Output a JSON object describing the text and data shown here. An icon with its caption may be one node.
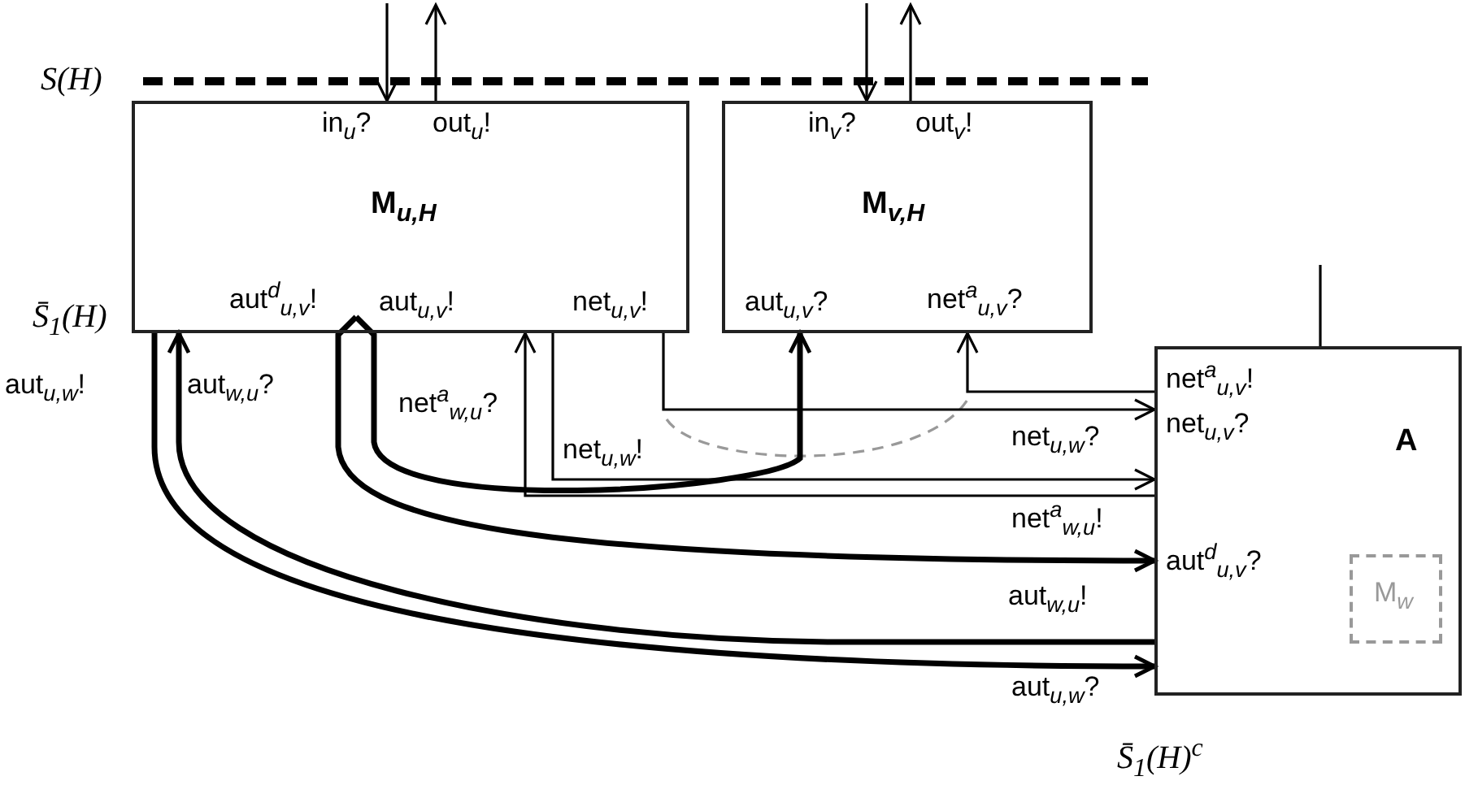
{
  "diagram": {
    "nodes": [
      {
        "text": [
          "in$_{u}$?",
          "out$_{u}$!",
          "M$_{u,H}$",
          "aut$^{d}$$_{u,v}$!",
          "aut$_{u,v}$!",
          "net$_{u,v}$!"
        ]
      },
      {
        "text": [
          "in$_{v}$?",
          "out$_{v}$!",
          "M$_{v,H}$",
          "aut$_{u,v}$?",
          "net$^{a}$$_{u,v}$?"
        ]
      },
      {
        "text": [
          "net$^{a}$$_{u,v}$!",
          "net$_{u,v}$?",
          "A",
          "aut$^{d}$$_{u,v}$?"
        ]
      },
      {
        "text": [
          "M$_{w}$"
        ],
        "in": 2
      }
    ],
    "edges": [
      {
        "from": null,
        "to": 0,
        "arrow": "to"
      },
      {
        "from": 0,
        "to": null,
        "arrow": "to"
      },
      {
        "from": null,
        "to": 1,
        "arrow": "to"
      },
      {
        "from": 1,
        "to": null,
        "arrow": "to"
      },
      {
        "from": 2,
        "to": null,
        "arrow": "none"
      },
      {
        "from": 0,
        "to": 2,
        "arrow": "to",
        "style": "thick"
      },
      {
        "from": 2,
        "to": 0,
        "arrow": "to",
        "style": "thick"
      },
      {
        "from": 0,
        "to": 2,
        "arrow": "to",
        "style": "thick"
      },
      {
        "from": 0,
        "to": 1,
        "arrow": "to",
        "style": "thick"
      },
      {
        "from": 2,
        "to": 0,
        "arrow": "to"
      },
      {
        "from": 0,
        "to": 2,
        "arrow": "to"
      },
      {
        "from": 0,
        "to": 2,
        "arrow": "to"
      },
      {
        "from": 2,
        "to": 1,
        "arrow": "to"
      }
    ],
    "labels": [
      "S(H)",
      "S̄$_{1}$(H)",
      "aut$_{u,w}$!",
      "aut$_{w,u}$?",
      "net$^{a}$$_{w,u}$?",
      "net$_{u,w}$!",
      "net$_{u,w}$?",
      "net$^{a}$$_{w,u}$!",
      "aut$_{w,u}$!",
      "aut$_{u,w}$?",
      "S̄$_{1}$(H)$^{c}$"
    ]
  }
}
